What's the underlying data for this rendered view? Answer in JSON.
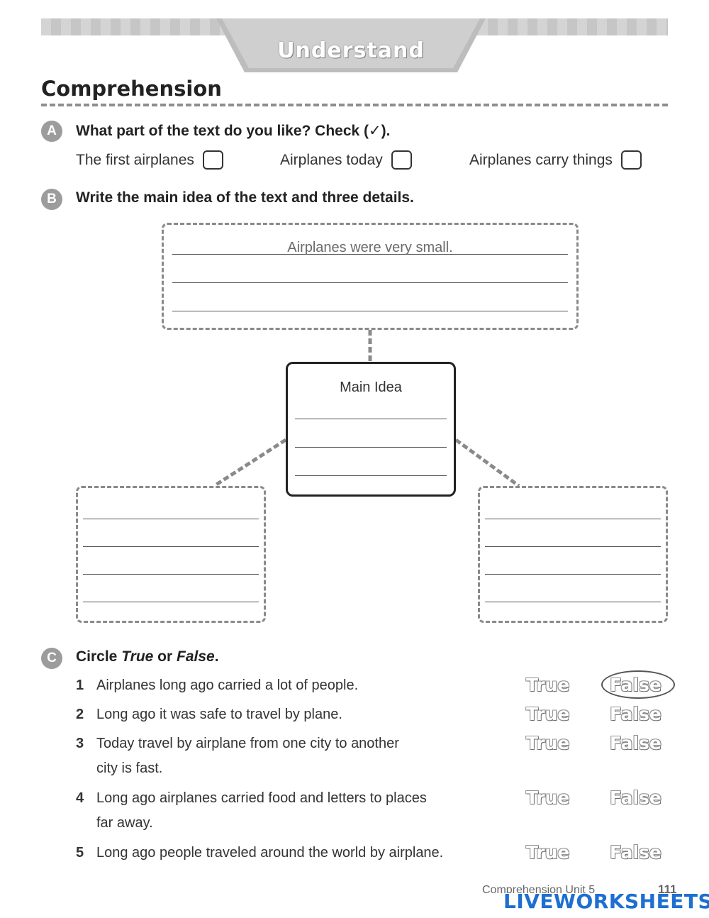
{
  "header": {
    "banner": "Understand",
    "section": "Comprehension"
  },
  "partA": {
    "badge": "A",
    "question": "What part of the text do you like? Check (✓).",
    "options": [
      {
        "label": "The first airplanes"
      },
      {
        "label": "Airplanes today"
      },
      {
        "label": "Airplanes carry things"
      }
    ]
  },
  "partB": {
    "badge": "B",
    "question": "Write the main idea of the text and three details.",
    "example": "Airplanes were very small.",
    "main_idea_label": "Main Idea"
  },
  "partC": {
    "badge": "C",
    "question_parts": [
      "Circle ",
      "True",
      " or ",
      "False",
      "."
    ],
    "true_label": "True",
    "false_label": "False",
    "items": [
      {
        "num": "1",
        "text": "Airplanes long ago carried a lot of people.",
        "answer": "False"
      },
      {
        "num": "2",
        "text": "Long ago it was safe to travel by plane."
      },
      {
        "num": "3",
        "text": "Today travel by airplane from one city to another",
        "text2": "city is fast."
      },
      {
        "num": "4",
        "text": "Long ago airplanes carried food and letters to places",
        "text2": "far away."
      },
      {
        "num": "5",
        "text": "Long ago people traveled around the world by airplane."
      }
    ]
  },
  "footer": {
    "label": "Comprehension   Unit 5",
    "page": "111"
  },
  "watermark": {
    "text": "LIVEWORKSHEETS"
  },
  "colors": {
    "badge": "#9c9c9c",
    "dashed": "#8a8a8a",
    "brand": "#1d6fd1"
  }
}
